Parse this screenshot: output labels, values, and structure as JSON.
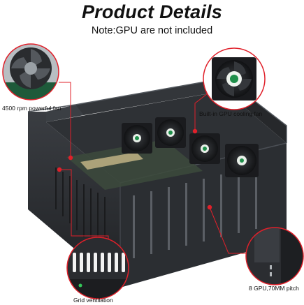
{
  "header": {
    "title": "Product Details",
    "subtitle": "Note:GPU are not included"
  },
  "callouts": {
    "cpu_fan": "4500 rpm powerful fan",
    "gpu_fans": "Built-in GPU cooling fan",
    "grid": "Grid ventilation",
    "gpu_slots": "8 GPU,70MM pitch"
  },
  "colors": {
    "accent": "#e0202a",
    "chassis": "#2b2e32",
    "fan_label": "#1f8f4a"
  },
  "icons": [
    "cpu-fan-icon",
    "gpu-fan-icon",
    "grid-vent-icon",
    "gpu-slot-icon"
  ]
}
